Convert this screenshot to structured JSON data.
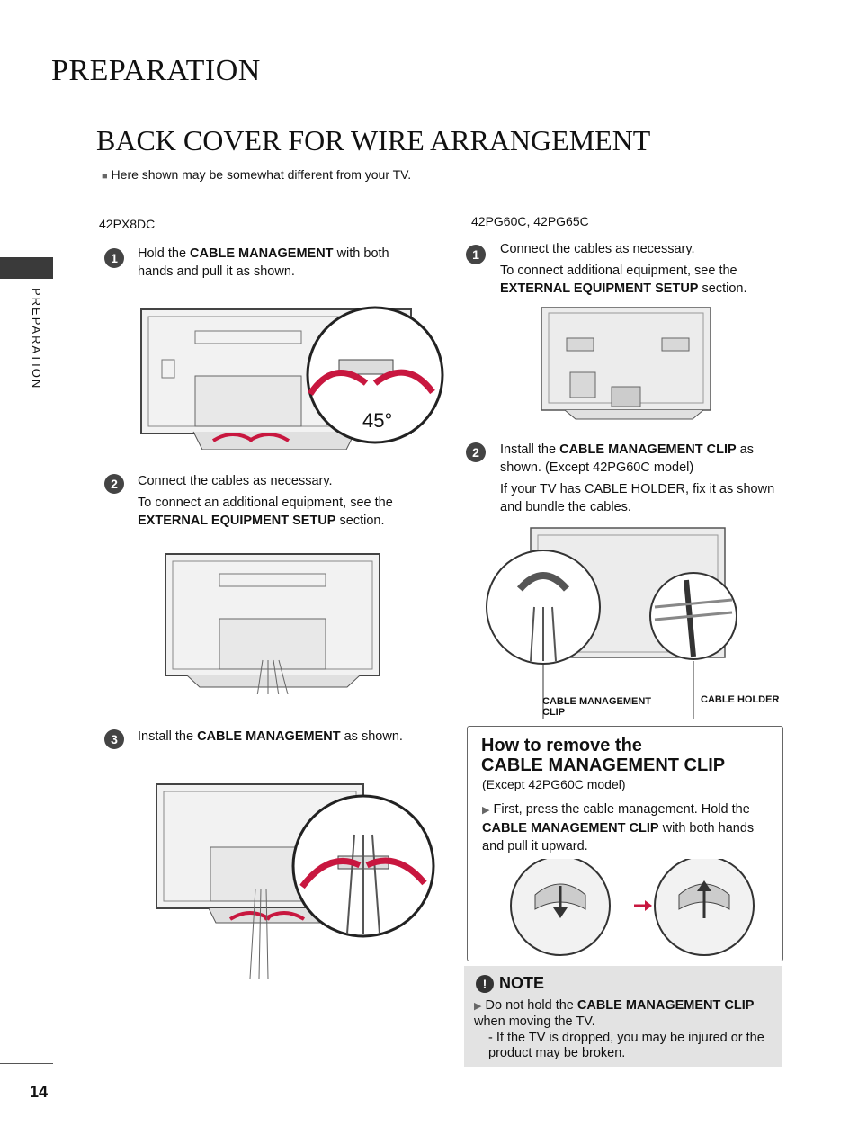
{
  "page": {
    "header_title": "PREPARATION",
    "section_title": "BACK COVER FOR WIRE ARRANGEMENT",
    "top_note": "Here shown may be somewhat different from your TV.",
    "side_label": "PREPARATION",
    "page_number": "14"
  },
  "left": {
    "model": "42PX8DC",
    "step1": {
      "num": "1",
      "pre": "Hold the ",
      "bold": "CABLE MANAGEMENT",
      "post": " with both hands and pull it as shown."
    },
    "angle_label": "45°",
    "step2": {
      "num": "2",
      "line1": "Connect the cables as necessary.",
      "pre": "To connect an additional equipment, see the ",
      "bold": "EXTERNAL EQUIPMENT SETUP",
      "post": " section."
    },
    "step3": {
      "num": "3",
      "pre": "Install the ",
      "bold": "CABLE MANAGEMENT",
      "post": " as shown."
    }
  },
  "right": {
    "model": "42PG60C, 42PG65C",
    "step1": {
      "num": "1",
      "line1": "Connect the cables as necessary.",
      "pre": "To connect additional equipment, see the ",
      "bold": "EXTERNAL EQUIPMENT SETUP",
      "post": " section."
    },
    "step2": {
      "num": "2",
      "pre": "Install the ",
      "bold": "CABLE MANAGEMENT CLIP",
      "post": " as shown. (Except 42PG60C model)",
      "line2": "If your TV has CABLE HOLDER, fix it as shown and bundle the cables."
    },
    "caption_clip": "CABLE MANAGEMENT CLIP",
    "caption_holder": "CABLE HOLDER"
  },
  "how_to": {
    "title_line1": "How to remove the",
    "title_line2": "CABLE MANAGEMENT CLIP",
    "subtitle": "(Except 42PG60C model)",
    "bullet_pre": "First, press the cable management. Hold the ",
    "bullet_bold": "CABLE MANAGEMENT CLIP",
    "bullet_post": " with both hands and pull it upward."
  },
  "note": {
    "icon": "!",
    "title": "NOTE",
    "b1_pre": "Do not hold the ",
    "b1_bold": "CABLE MANAGEMENT CLIP",
    "b1_post": " when moving the TV.",
    "b2": "- If the TV is dropped, you may be injured or the product may be broken."
  },
  "colors": {
    "accent": "#c8173f",
    "dark": "#3a3a3a",
    "note_bg": "#e3e3e3"
  }
}
